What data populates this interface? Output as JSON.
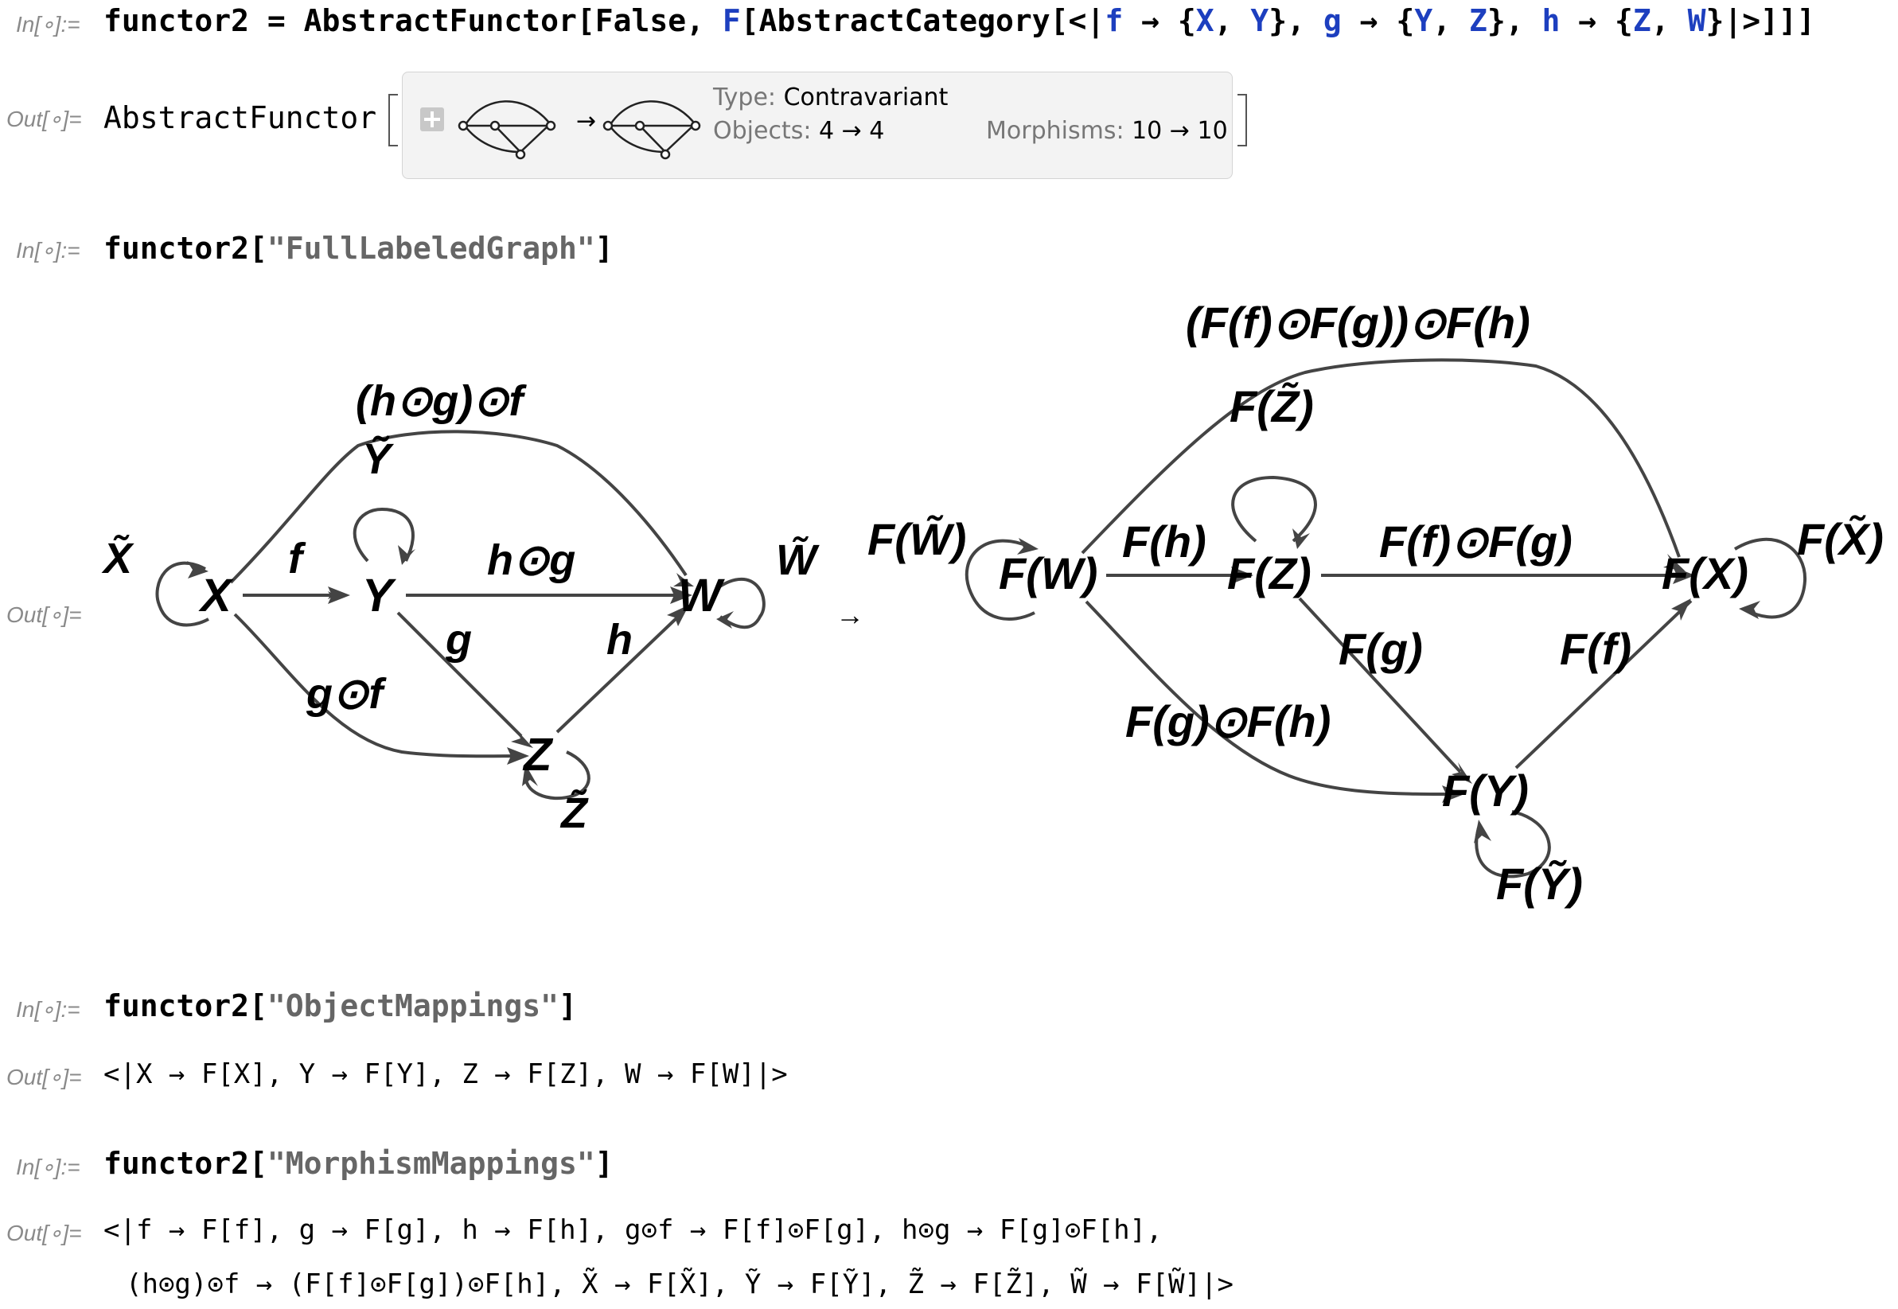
{
  "prompts": {
    "in": "In[∘]:=",
    "out": "Out[∘]="
  },
  "cell1": {
    "p1": "functor2 = AbstractFunctor[False, ",
    "F": "F",
    "p2": "[AbstractCategory[<|",
    "f": "f",
    "a1": " → {",
    "X": "X",
    "c1": ", ",
    "Y": "Y",
    "b1": "}, ",
    "g": "g",
    "a2": " → {",
    "Y2": "Y",
    "c2": ", ",
    "Z": "Z",
    "b2": "}, ",
    "h": "h",
    "a3": " → {",
    "Z2": "Z",
    "c3": ", ",
    "W": "W",
    "p3": "}|>]]]"
  },
  "out1": {
    "head": "AbstractFunctor",
    "arrow": "→",
    "type_label": "Type: ",
    "type_value": "Contravariant",
    "objects_label": "Objects: ",
    "objects_value": "4 → 4",
    "morphisms_label": "Morphisms: ",
    "morphisms_value": "10 → 10"
  },
  "cell2": {
    "code": "functor2[",
    "str": "\"FullLabeledGraph\"",
    "close": "]"
  },
  "graph_left": {
    "nodes": {
      "X": "X",
      "Y": "Y",
      "Z": "Z",
      "W": "W"
    },
    "edges": {
      "f": "f",
      "g": "g",
      "h": "h",
      "hg": "h⊙g",
      "gf": "g⊙f",
      "hgf": "(h⊙g)⊙f"
    },
    "loops": {
      "X": "X̃",
      "Y": "Ỹ",
      "Z": "Z̃",
      "W": "W̃"
    }
  },
  "graph_arrow": "→",
  "graph_right": {
    "nodes": {
      "FW": "F(W)",
      "FZ": "F(Z)",
      "FX": "F(X)",
      "FY": "F(Y)"
    },
    "edges": {
      "Fh": "F(h)",
      "Fg": "F(g)",
      "Ff": "F(f)",
      "FfFg": "F(f)⊙F(g)",
      "FgFh": "F(g)⊙F(h)",
      "FfFgFh": "(F(f)⊙F(g))⊙F(h)"
    },
    "loops": {
      "FW": "F(W̃)",
      "FZ": "F(Z̃)",
      "FX": "F(X̃)",
      "FY": "F(Ỹ)"
    }
  },
  "cell3": {
    "code": "functor2[",
    "str": "\"ObjectMappings\"",
    "close": "]"
  },
  "out3": "<|X → F[X], Y → F[Y], Z → F[Z], W → F[W]|>",
  "cell4": {
    "code": "functor2[",
    "str": "\"MorphismMappings\"",
    "close": "]"
  },
  "out4": {
    "line1": "<|f → F[f], g → F[g], h → F[h], g⊙f → F[f]⊙F[g], h⊙g → F[g]⊙F[h],",
    "line2": "(h⊙g)⊙f → (F[f]⊙F[g])⊙F[h], X̃ → F[X̃], Ỹ → F[Ỹ], Z̃ → F[Z̃], W̃ → F[W̃]|>"
  }
}
